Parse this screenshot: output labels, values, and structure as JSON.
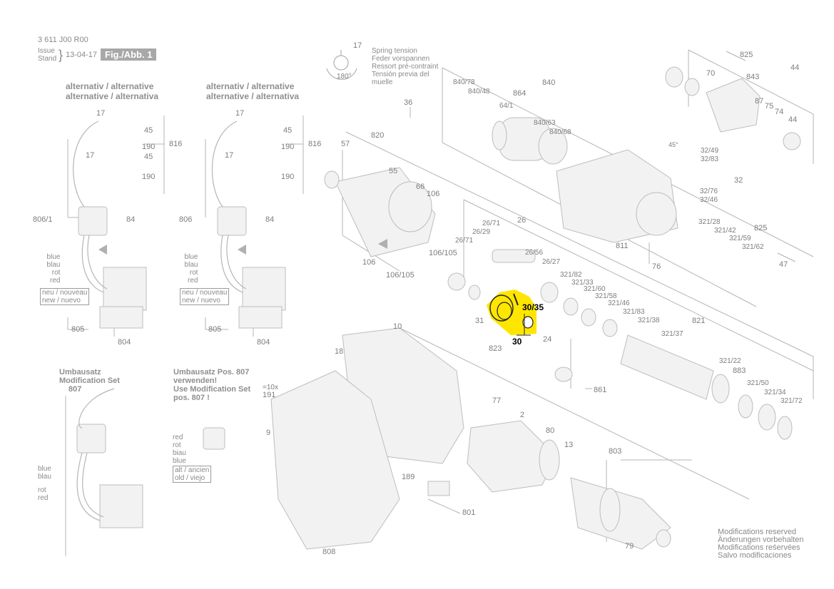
{
  "header": {
    "doc_code": "3 611 J00 R00",
    "issue_label_1": "Issue",
    "issue_label_2": "Stand",
    "date": "13-04-17",
    "figure": "Fig./Abb. 1"
  },
  "spring": {
    "number": "17",
    "angle": "180°",
    "lines": [
      "Spring tension",
      "Feder vorspannen",
      "Ressort pré-contraint",
      "Tensión previa del",
      "muelle"
    ]
  },
  "alt_heading_1": "alternativ / alternative",
  "alt_heading_2": "alternative / alternativa",
  "left_panel": {
    "labels": [
      "17",
      "45",
      "17",
      "45",
      "190",
      "190",
      "816",
      "806/1",
      "84",
      "805",
      "804"
    ],
    "wire_labels": [
      "blue",
      "blau",
      "rot",
      "red"
    ],
    "box_lines": [
      "neu / nouveau",
      "new / nuevo"
    ]
  },
  "mid_panel": {
    "labels": [
      "17",
      "45",
      "17",
      "190",
      "190",
      "816",
      "806",
      "84",
      "805",
      "804"
    ],
    "wire_labels": [
      "blue",
      "blau",
      "rot",
      "red"
    ],
    "box_lines": [
      "neu / nouveau",
      "new / nuevo"
    ]
  },
  "modset": {
    "title_1": "Umbausatz",
    "title_2": "Modification Set",
    "number": "807",
    "note_lines": [
      "Umbausatz Pos. 807",
      "verwenden!",
      "Use Modification Set",
      "pos. 807 !"
    ],
    "wire_labels": [
      "blue",
      "blau",
      "rot",
      "red"
    ],
    "wire_labels_right": [
      "red",
      "rot",
      "biau",
      "blue"
    ],
    "box_lines": [
      "alt / ancien",
      "old / viejo"
    ],
    "screw_count": "=10x",
    "screw_number": "191"
  },
  "parts": {
    "p36": "36",
    "p820": "820",
    "p57": "57",
    "p55": "55",
    "p66": "66",
    "p106": "106",
    "p106_105a": "106/105",
    "p106b": "106",
    "p106_105b": "106/105",
    "p840_78": "840/78",
    "p840_48": "840/48",
    "p864": "864",
    "p840": "840",
    "p64_1": "64/1",
    "p840_63": "840/63",
    "p840_68": "840/68",
    "p825a": "825",
    "p843": "843",
    "p70": "70",
    "p44a": "44",
    "p87": "87",
    "p75": "75",
    "p74": "74",
    "p44b": "44",
    "p45deg": "45°",
    "p32_49": "32/49",
    "p32_83": "32/83",
    "p32": "32",
    "p32_76": "32/76",
    "p32_46": "32/46",
    "p811": "811",
    "p76": "76",
    "p26": "26",
    "p26_71a": "26/71",
    "p26_29": "26/29",
    "p26_71b": "26/71",
    "p26_56": "26/56",
    "p26_27": "26/27",
    "p321_28": "321/28",
    "p321_42": "321/42",
    "p825b": "825",
    "p321_59": "321/59",
    "p321_62": "321/62",
    "p47": "47",
    "p321_82": "321/82",
    "p321_33": "321/33",
    "p321_60": "321/60",
    "p321_58": "321/58",
    "p321_46": "321/46",
    "p321_83": "321/83",
    "p321_38": "321/38",
    "p321_37": "321/37",
    "p821": "821",
    "p31": "31",
    "p823": "823",
    "p24": "24",
    "p861": "861",
    "p321_22": "321/22",
    "p883": "883",
    "p321_50": "321/50",
    "p321_34": "321/34",
    "p321_72": "321/72",
    "p10": "10",
    "p18": "18",
    "p9": "9",
    "p77": "77",
    "p2": "2",
    "p80": "80",
    "p13": "13",
    "p803": "803",
    "p189": "189",
    "p801": "801",
    "p808": "808",
    "p79": "79"
  },
  "highlight": {
    "color": "#ffe600",
    "label_top": "30/35",
    "label_bottom": "30"
  },
  "footer_note": [
    "Modifications reserved",
    "Änderungen vorbehalten",
    "Modifications reśervées",
    "Salvo modificaciones"
  ]
}
